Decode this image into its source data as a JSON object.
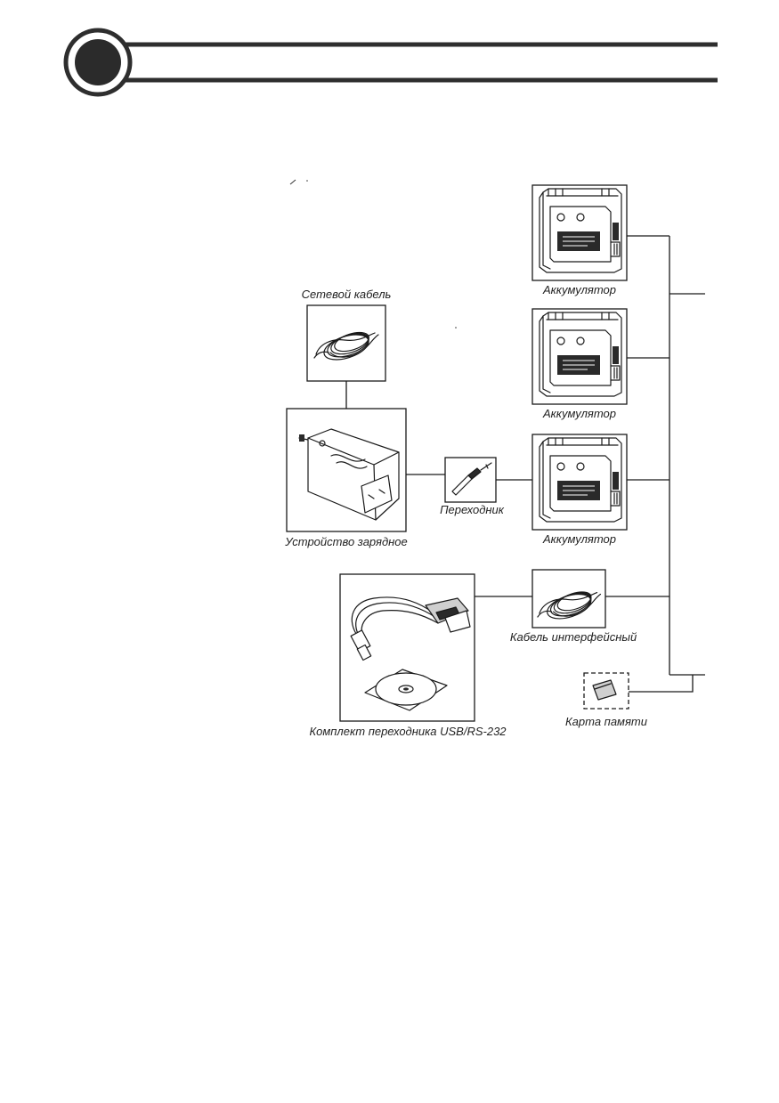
{
  "labels": {
    "battery_1": "Аккумулятор",
    "battery_2": "Аккумулятор",
    "battery_3": "Аккумулятор",
    "power_cable": "Сетевой кабель",
    "charger": "Устройство зарядное",
    "adapter": "Переходник",
    "interface_cable": "Кабель интерфейсный",
    "usb_kit": "Комплект переходника USB/RS-232",
    "memory_card": "Карта памяти"
  },
  "icons": {
    "header_badge": "header-circle-badge",
    "battery": "battery-pack-icon",
    "power_cable": "coiled-cable-icon",
    "charger": "charger-adapter-icon",
    "adapter": "plug-adapter-icon",
    "interface_cable": "coiled-cable-icon",
    "usb_kit": "usb-serial-adapter-icon",
    "cd": "cd-disc-icon",
    "memory_card": "memory-card-icon"
  },
  "colors": {
    "badge_fill": "#2b2b2b",
    "line": "#2e2e2e"
  }
}
